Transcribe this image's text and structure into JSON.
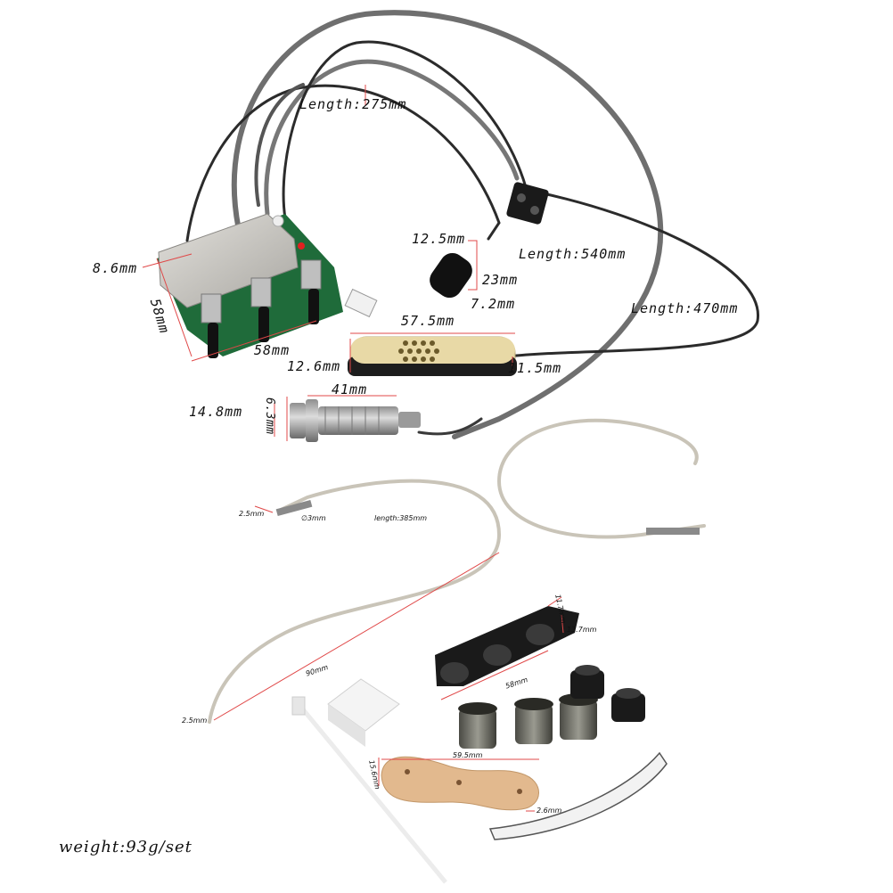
{
  "labels": {
    "length_275": "Length:275mm",
    "length_540": "Length:540mm",
    "length_470": "Length:470mm",
    "d_8_6": "8.6mm",
    "d_58_side": "58mm",
    "d_58_bottom": "58mm",
    "d_12_5": "12.5mm",
    "d_23": "23mm",
    "d_7_2": "7.2mm",
    "d_57_5": "57.5mm",
    "d_12_6": "12.6mm",
    "d_11_5": "11.5mm",
    "d_41": "41mm",
    "d_14_8": "14.8mm",
    "d_6_3": "6.3mm",
    "d_2_5_top": "2.5mm",
    "d_diam_3": "∅3mm",
    "d_length_385": "length:385mm",
    "d_90": "90mm",
    "d_2_5_bottom": "2.5mm",
    "d_11_7": "11.7mm",
    "d_13_7": "13.7mm",
    "d_58_saddle": "58mm",
    "d_59_5": "59.5mm",
    "d_15_6": "15.6mm",
    "d_2_6": "2.6mm"
  },
  "weight": "weight:93g/set",
  "colors": {
    "cable_dark": "#2b2b2b",
    "cable_grey": "#6b6b6b",
    "pcb_green": "#1f6b3a",
    "metal_box": "#c9c7c2",
    "mic_body": "#e8d9a6",
    "dimension_red": "#e04848",
    "braided_wire": "#c9c4b8",
    "wood_plate": "#e2b98e"
  }
}
